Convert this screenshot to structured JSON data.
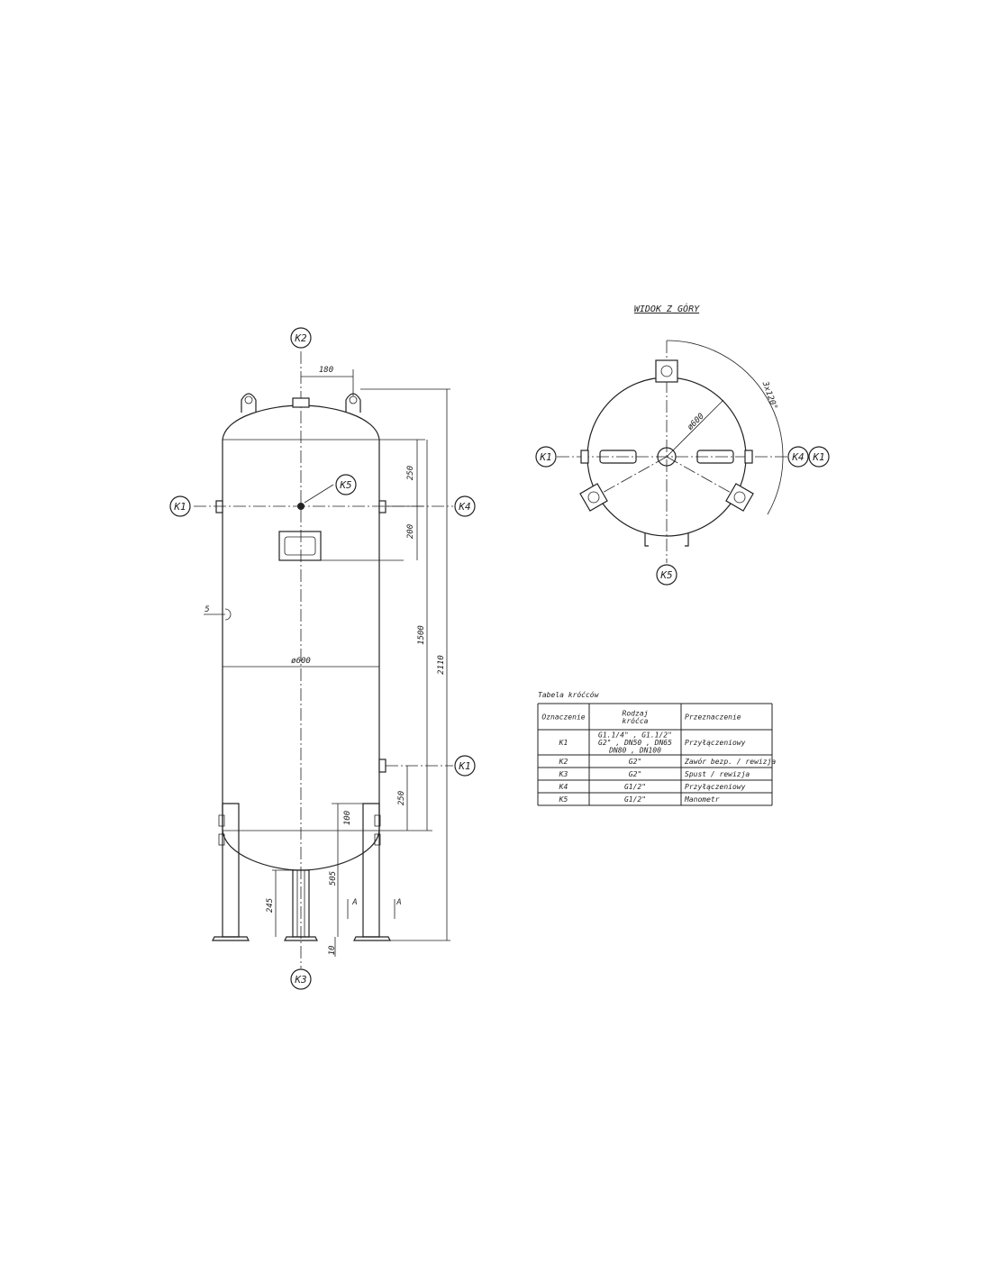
{
  "view_title": "WIDOK Z GÓRY",
  "angle_label": "3x120°",
  "markers": {
    "k1": "K1",
    "k2": "K2",
    "k3": "K3",
    "k4": "K4",
    "k5": "K5"
  },
  "dimensions": {
    "top_offset": "180",
    "diameter": "ø600",
    "top_diameter": "ø600",
    "k5_from_top": "250",
    "k5_to_sight": "200",
    "shell_1500": "1500",
    "overall_2110": "2110",
    "k1_low": "250",
    "bottom_100": "100",
    "bottom_505": "505",
    "drain_245": "245",
    "foot_10": "10",
    "section_a_left": "A",
    "section_a_right": "A",
    "weld_5": "5"
  },
  "table": {
    "caption": "Tabela króćców",
    "headers": [
      "Oznaczenie",
      "Rodzaj\nkróćca",
      "Przeznaczenie"
    ],
    "rows": [
      [
        "K1",
        "G1.1/4\" , G1.1/2\"\nG2\" , DN50 , DN65\nDN80 , DN100",
        "Przyłączeniowy"
      ],
      [
        "K2",
        "G2\"",
        "Zawór bezp. / rewizja"
      ],
      [
        "K3",
        "G2\"",
        "Spust / rewizja"
      ],
      [
        "K4",
        "G1/2\"",
        "Przyłączeniowy"
      ],
      [
        "K5",
        "G1/2\"",
        "Manometr"
      ]
    ]
  }
}
